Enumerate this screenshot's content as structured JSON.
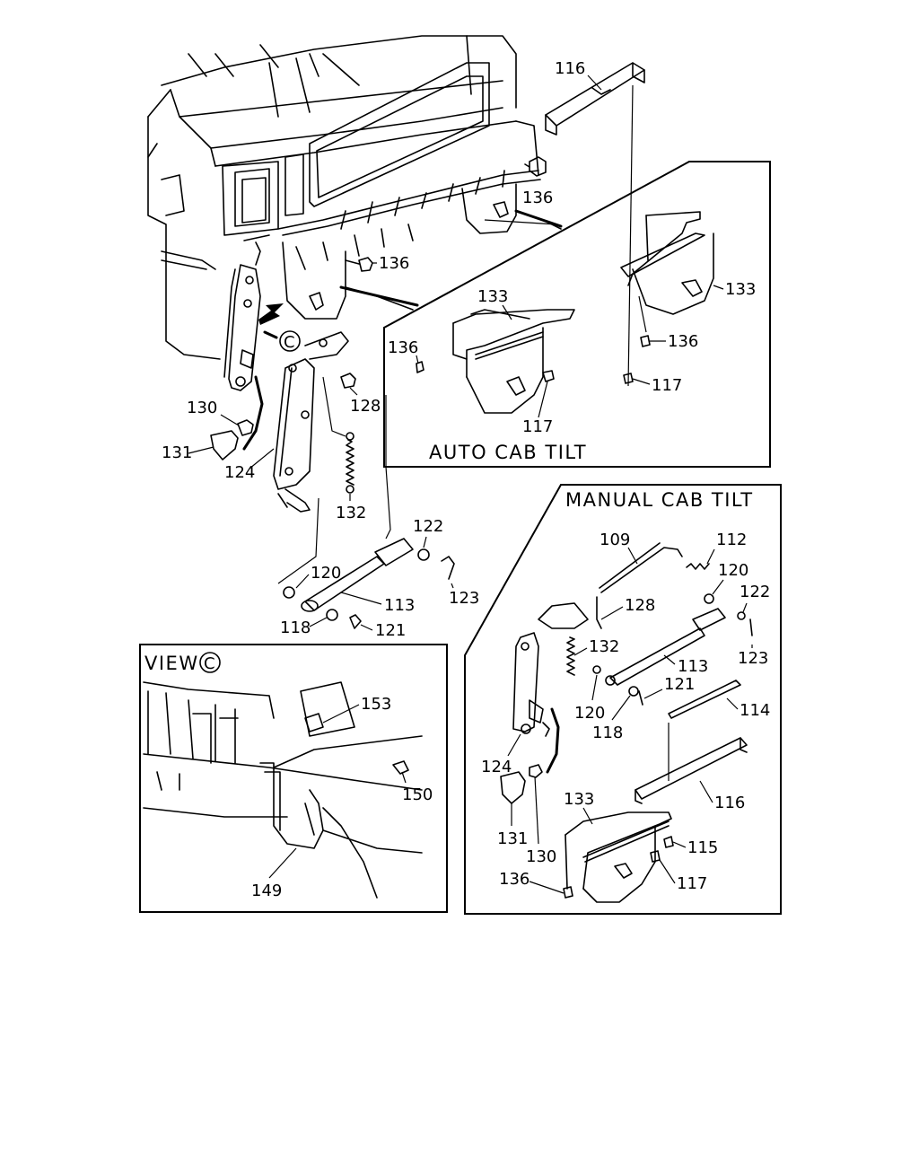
{
  "sections": {
    "auto_title": "AUTO CAB TILT",
    "manual_title": "MANUAL CAB TILT",
    "view_title": "VIEW",
    "view_marker": "C",
    "callout_marker": "C"
  },
  "callouts": {
    "c116a": "116",
    "c136a": "136",
    "c136b": "136",
    "c133a": "133",
    "c133b": "133",
    "c136c": "136",
    "c136d": "136",
    "c117a": "117",
    "c117b": "117",
    "c128a": "128",
    "c130a": "130",
    "c131a": "131",
    "c124a": "124",
    "c132a": "132",
    "c122a": "122",
    "c120a": "120",
    "c123a": "123",
    "c113a": "113",
    "c118a": "118",
    "c121a": "121",
    "c153": "153",
    "c150": "150",
    "c149": "149",
    "c109": "109",
    "c112": "112",
    "c120b": "120",
    "c122b": "122",
    "c128b": "128",
    "c132b": "132",
    "c113b": "113",
    "c123b": "123",
    "c121b": "121",
    "c120c": "120",
    "c114": "114",
    "c118b": "118",
    "c124b": "124",
    "c116b": "116",
    "c133c": "133",
    "c131b": "131",
    "c130b": "130",
    "c115": "115",
    "c136e": "136",
    "c117c": "117"
  }
}
